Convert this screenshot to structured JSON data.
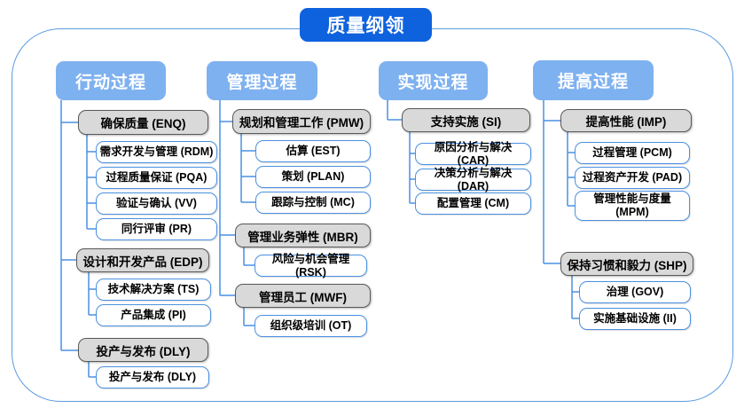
{
  "title": "质量纲领",
  "colors": {
    "title_bg": "#0e62dd",
    "branch_bg": "#7eb1f0",
    "group_fill": "#d9d9d9",
    "group_border": "#595959",
    "leaf_border": "#4a90e2",
    "connector": "#4a90e2",
    "frame_border": "#5b9be0",
    "text_on_blue": "#ffffff",
    "text_on_light": "#000000"
  },
  "columns": [
    {
      "header": "行动过程",
      "groups": [
        {
          "label": "确保质量 (ENQ)",
          "children": [
            "需求开发与管理 (RDM)",
            "过程质量保证 (PQA)",
            "验证与确认 (VV)",
            "同行评审 (PR)"
          ]
        },
        {
          "label": "设计和开发产品 (EDP)",
          "children": [
            "技术解决方案 (TS)",
            "产品集成 (PI)"
          ]
        },
        {
          "label": "投产与发布 (DLY)",
          "children": [
            "投产与发布 (DLY)"
          ]
        }
      ]
    },
    {
      "header": "管理过程",
      "groups": [
        {
          "label": "规划和管理工作 (PMW)",
          "children": [
            "估算 (EST)",
            "策划 (PLAN)",
            "跟踪与控制 (MC)"
          ]
        },
        {
          "label": "管理业务弹性 (MBR)",
          "children": [
            "风险与机会管理 (RSK)"
          ]
        },
        {
          "label": "管理员工 (MWF)",
          "children": [
            "组织级培训 (OT)"
          ]
        }
      ]
    },
    {
      "header": "实现过程",
      "groups": [
        {
          "label": "支持实施 (SI)",
          "children": [
            "原因分析与解决 (CAR)",
            "决策分析与解决 (DAR)",
            "配置管理 (CM)"
          ]
        }
      ]
    },
    {
      "header": "提高过程",
      "groups": [
        {
          "label": "提高性能 (IMP)",
          "children": [
            "过程管理 (PCM)",
            "过程资产开发 (PAD)",
            "管理性能与度量 (MPM)"
          ]
        },
        {
          "label": "保持习惯和毅力 (SHP)",
          "children": [
            "治理 (GOV)",
            "实施基础设施 (II)"
          ]
        }
      ]
    }
  ]
}
